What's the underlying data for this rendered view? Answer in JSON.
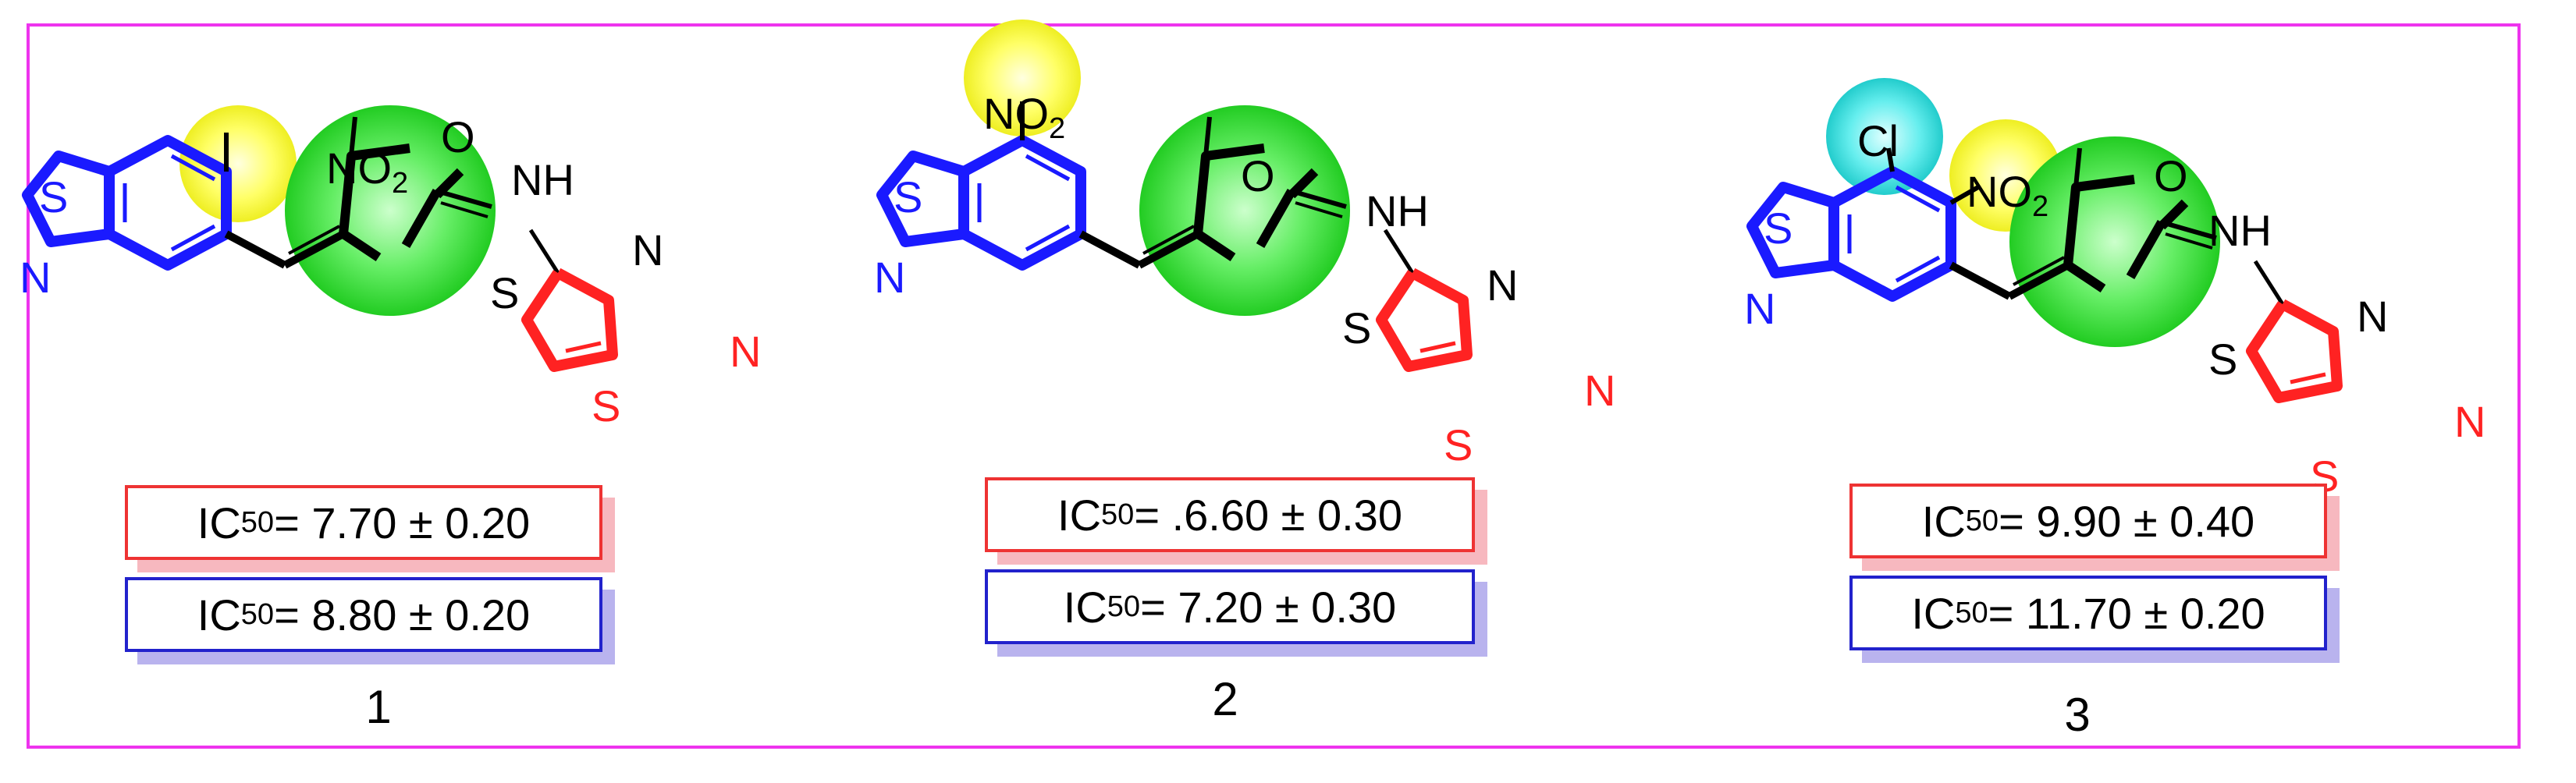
{
  "compounds": [
    {
      "label": "1",
      "ic50_red": {
        "prefix": "IC",
        "sub": "50",
        "value": " = 7.70 ± 0.20"
      },
      "ic50_blue": {
        "prefix": "IC",
        "sub": "50",
        "value": " = 8.80 ± 0.20"
      },
      "atoms": {
        "s_ring": "S",
        "n_ring": "N",
        "nitro": "NO",
        "nitro_sub": "2",
        "o": "O",
        "nh": "NH",
        "s_thz": "S",
        "n_imine": "N",
        "s_red": "S",
        "n_red": "N"
      }
    },
    {
      "label": "2",
      "ic50_red": {
        "prefix": "IC",
        "sub": "50",
        "value": " = .6.60 ± 0.30"
      },
      "ic50_blue": {
        "prefix": "IC",
        "sub": "50",
        "value": " = 7.20 ± 0.30"
      },
      "atoms": {
        "s_ring": "S",
        "n_ring": "N",
        "nitro": "NO",
        "nitro_sub": "2",
        "o": "O",
        "nh": "NH",
        "s_thz": "S",
        "n_imine": "N",
        "s_red": "S",
        "n_red": "N"
      }
    },
    {
      "label": "3",
      "ic50_red": {
        "prefix": "IC",
        "sub": "50",
        "value": " = 9.90 ± 0.40"
      },
      "ic50_blue": {
        "prefix": "IC",
        "sub": "50",
        "value": " = 11.70 ± 0.20"
      },
      "atoms": {
        "s_ring": "S",
        "n_ring": "N",
        "cl": "Cl",
        "nitro": "NO",
        "nitro_sub": "2",
        "o": "O",
        "nh": "NH",
        "s_thz": "S",
        "n_imine": "N",
        "s_red": "S",
        "n_red": "N"
      }
    }
  ],
  "colors": {
    "frame": "#ee33ee",
    "benzothiazole": "#1a1aff",
    "thiazolidinone": "#000000",
    "thiazole": "#ff0000",
    "green_highlight": "#33dd33",
    "yellow_highlight": "#ffff33",
    "cyan_highlight": "#33dddd",
    "red_box": "#ee3333",
    "blue_box": "#2222cc"
  }
}
